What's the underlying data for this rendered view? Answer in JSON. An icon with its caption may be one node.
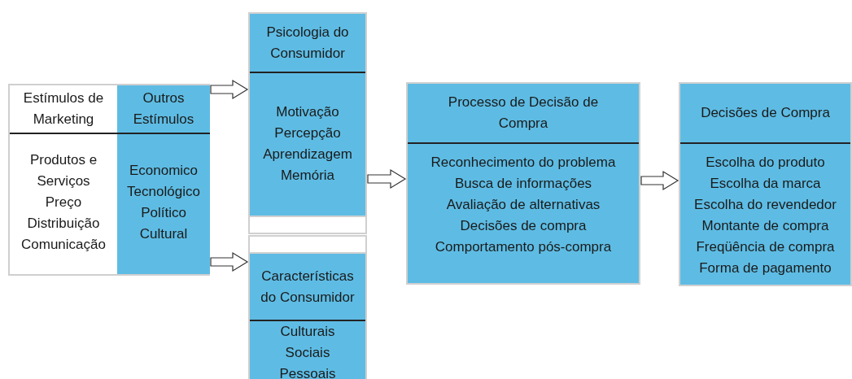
{
  "diagram": {
    "nodes": [
      {
        "text": [],
        "shape": "box"
      },
      {
        "text": [
          "Estímulos de Marketing",
          "Produtos e Serviços Preço Distribuição Comunicação"
        ],
        "in": 0
      },
      {
        "text": [
          "Outros Estímulos",
          "Economico Tecnológico Político Cultural"
        ],
        "in": 0
      },
      {
        "text": [
          "Psicologia do Consumidor",
          "Motivação Percepção Aprendizagem Memória"
        ]
      },
      {
        "text": [
          "Características do Consumidor",
          "Culturais Sociais Pessoais"
        ]
      },
      {
        "text": [
          "Processo de Decisão de Compra",
          "Reconhecimento do problema Busca de informações Avaliação de alternativas Decisões de compra Comportamento pós-compra"
        ]
      },
      {
        "text": [
          "Decisões de Compra",
          "Escolha do produto Escolha da marca Escolha do revendedor Montante de compra Freqüência de compra Forma de pagamento"
        ]
      }
    ],
    "edges": [
      {
        "from": 0,
        "to": 3,
        "arrow": "to"
      },
      {
        "from": 0,
        "to": 4,
        "arrow": "to"
      },
      {
        "from": 3,
        "to": 5,
        "arrow": "to"
      },
      {
        "from": 5,
        "to": 6,
        "arrow": "to"
      }
    ]
  }
}
